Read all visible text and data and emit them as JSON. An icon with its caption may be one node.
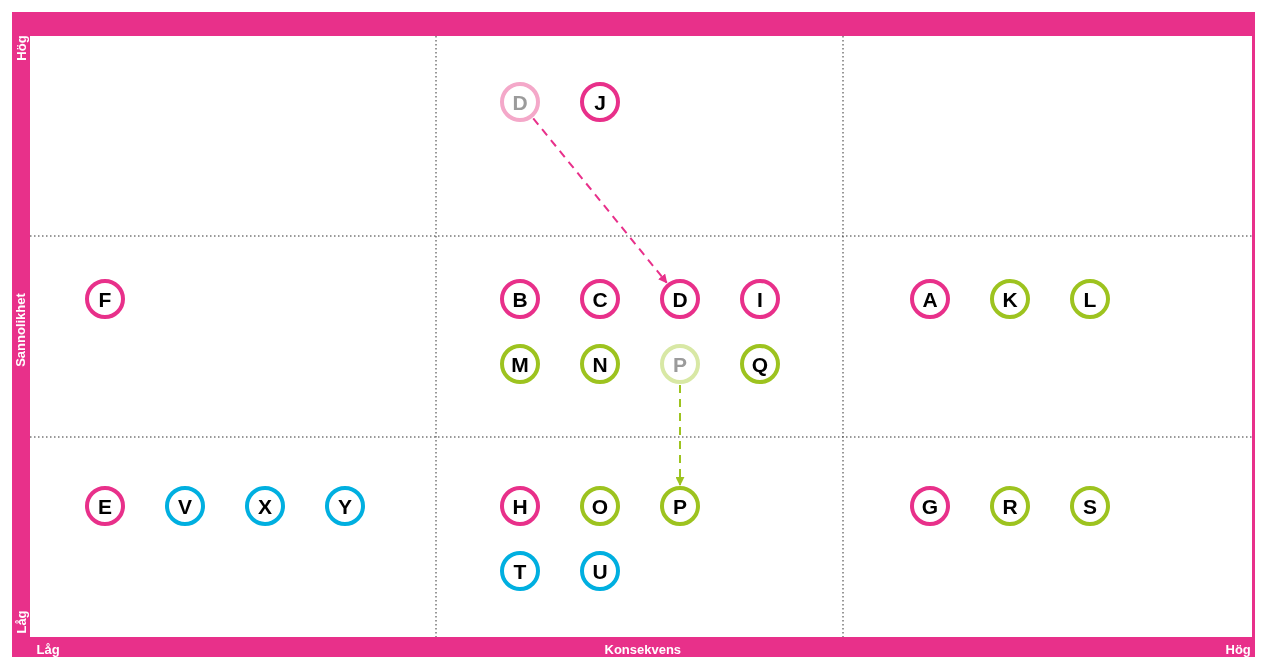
{
  "diagram": {
    "nodes": [
      {
        "text": [
          "D"
        ]
      },
      {
        "text": [
          "J"
        ]
      },
      {
        "text": [
          "F"
        ]
      },
      {
        "text": [
          "B"
        ]
      },
      {
        "text": [
          "C"
        ]
      },
      {
        "text": [
          "D"
        ]
      },
      {
        "text": [
          "I"
        ]
      },
      {
        "text": [
          "A"
        ]
      },
      {
        "text": [
          "K"
        ]
      },
      {
        "text": [
          "L"
        ]
      },
      {
        "text": [
          "M"
        ]
      },
      {
        "text": [
          "N"
        ]
      },
      {
        "text": [
          "P"
        ]
      },
      {
        "text": [
          "Q"
        ]
      },
      {
        "text": [
          "E"
        ]
      },
      {
        "text": [
          "V"
        ]
      },
      {
        "text": [
          "X"
        ]
      },
      {
        "text": [
          "Y"
        ]
      },
      {
        "text": [
          "H"
        ]
      },
      {
        "text": [
          "O"
        ]
      },
      {
        "text": [
          "P"
        ]
      },
      {
        "text": [
          "G"
        ]
      },
      {
        "text": [
          "R"
        ]
      },
      {
        "text": [
          "S"
        ]
      },
      {
        "text": [
          "T"
        ]
      },
      {
        "text": [
          "U"
        ]
      }
    ],
    "edges": [
      {
        "from": 0,
        "to": 5,
        "arrow": "to",
        "style": "dashed",
        "color": "#e8308a"
      },
      {
        "from": 12,
        "to": 20,
        "arrow": "to",
        "style": "dashed",
        "color": "#9dc31f"
      }
    ],
    "labels": [
      "Hög",
      "Sannolikhet",
      "Låg",
      "Låg",
      "Konsekvens",
      "Hög"
    ]
  }
}
